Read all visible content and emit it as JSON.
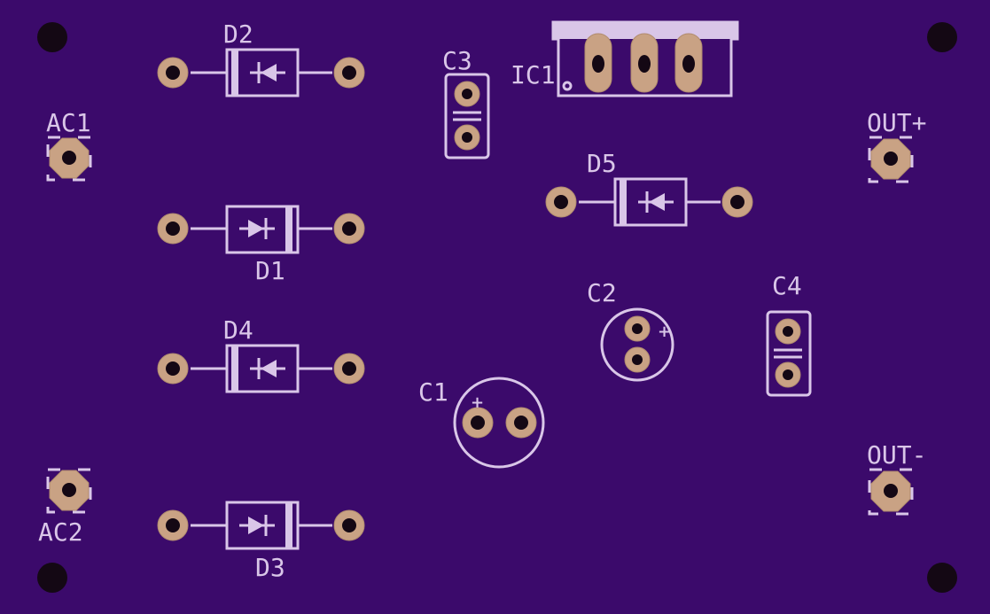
{
  "colors": {
    "board": "#3b0a6b",
    "silkscreen": "#d9c6e8",
    "pad": "#c9a284",
    "hole": "#140814"
  },
  "labels": {
    "d1": "D1",
    "d2": "D2",
    "d3": "D3",
    "d4": "D4",
    "d5": "D5",
    "c1": "C1",
    "c2": "C2",
    "c3": "C3",
    "c4": "C4",
    "ic1": "IC1",
    "ac1": "AC1",
    "ac2": "AC2",
    "out_plus": "OUT+",
    "out_minus": "OUT-"
  },
  "polarity_mark": "+"
}
